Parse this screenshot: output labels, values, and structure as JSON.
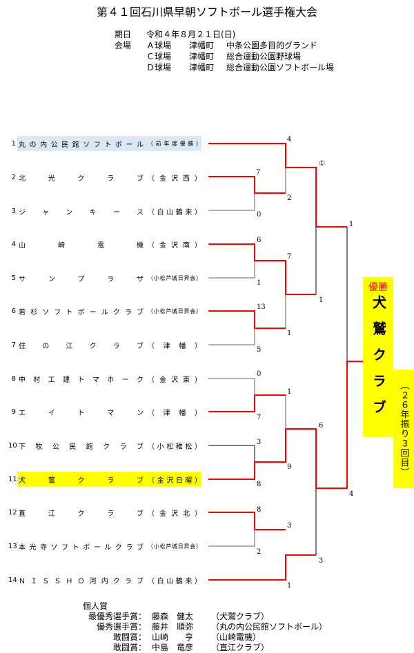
{
  "title": "第４１回石川県早朝ソフトボール選手権大会",
  "info": {
    "date_label": "期日",
    "date": "令和４年８月２１日(日)",
    "venue_label": "会場",
    "venues": [
      {
        "field": "Ａ球場",
        "town": "津幡町",
        "place": "中条公園多目的グランド"
      },
      {
        "field": "Ｃ球場",
        "town": "津幡町",
        "place": "総合運動公園野球場"
      },
      {
        "field": "Ｄ球場",
        "town": "津幡町",
        "place": "総合運動公園ソフトボール場"
      }
    ]
  },
  "teams": [
    {
      "num": "1",
      "name": "丸の内公民館ソフトボール",
      "suffix": "（前年度優勝）"
    },
    {
      "num": "2",
      "name": "北光クラブ",
      "suffix": "（金沢西）"
    },
    {
      "num": "3",
      "name": "ジャンキース",
      "suffix": "（白山鶴来）"
    },
    {
      "num": "4",
      "name": "山崎電機",
      "suffix": "（金沢南）"
    },
    {
      "num": "5",
      "name": "サンプラザ",
      "suffix": "（小松芦城日昇会）"
    },
    {
      "num": "6",
      "name": "若杉ソフトボールクラブ",
      "suffix": "（小松芦城日昇会）"
    },
    {
      "num": "7",
      "name": "住の江クラブ",
      "suffix": "（津幡）"
    },
    {
      "num": "8",
      "name": "中村工建トマホーク",
      "suffix": "（金沢東）"
    },
    {
      "num": "9",
      "name": "エイトマン",
      "suffix": "（津幡）"
    },
    {
      "num": "10",
      "name": "下牧公民館クラブ",
      "suffix": "（小松稚松）"
    },
    {
      "num": "11",
      "name": "犬鷲クラブ",
      "suffix": "（金沢日曜）"
    },
    {
      "num": "12",
      "name": "直江クラブ",
      "suffix": "（金沢北）"
    },
    {
      "num": "13",
      "name": "本光寺ソフトボールクラブ",
      "suffix": "（小松芦城日昇会）"
    },
    {
      "num": "14",
      "name": "ＮＩＳＳＨＯ河内クラブ",
      "suffix": "（白山鶴来）"
    }
  ],
  "scores": [
    "4",
    "7",
    "0",
    "2",
    "①",
    "6",
    "1",
    "7",
    "13",
    "1",
    "5",
    "1",
    "1",
    "0",
    "1",
    "7",
    "3",
    "9",
    "8",
    "6",
    "8",
    "3",
    "2",
    "3",
    "1",
    "4"
  ],
  "winner": {
    "label": "優勝",
    "name": "犬鷲クラブ",
    "note": "（２６年振り３回目）",
    "highlight_color": "#ffff00",
    "line_color": "#ff0000"
  },
  "awards": {
    "heading": "個人賞",
    "items": [
      {
        "award": "最優秀選手賞：",
        "name": "藤森　健太",
        "team": "（犬鷲クラブ）"
      },
      {
        "award": "優秀選手賞：",
        "name": "藤井　順弥",
        "team": "（丸の内公民館ソフトボール）"
      },
      {
        "award": "敢闘賞：",
        "name": "山崎　　亨",
        "team": "（山崎電機）"
      },
      {
        "award": "敢闘賞：",
        "name": "中島　竜彦",
        "team": "（直江クラブ）"
      }
    ]
  }
}
